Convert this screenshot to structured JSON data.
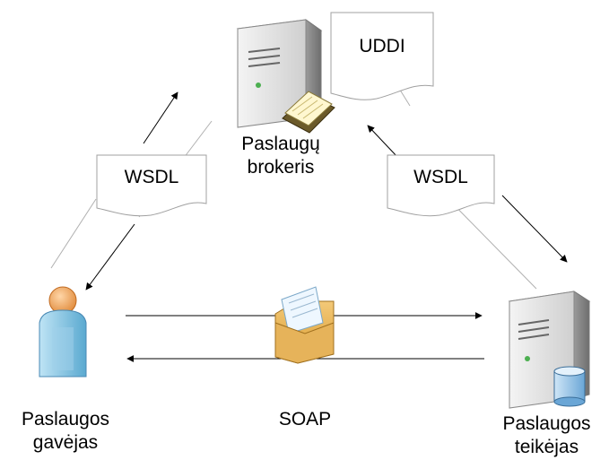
{
  "nodes": {
    "broker_label": "Paslaugų\nbrokeris",
    "consumer_label": "Paslaugos\ngavėjas",
    "provider_label": "Paslaugos\nteikėjas"
  },
  "documents": {
    "uddi": "UDDI",
    "wsdl_left": "WSDL",
    "wsdl_right": "WSDL"
  },
  "messages": {
    "soap": "SOAP"
  },
  "icons": {
    "broker": "server-with-document-icon",
    "consumer": "user-icon",
    "provider": "server-with-database-icon",
    "envelope": "envelope-icon"
  }
}
